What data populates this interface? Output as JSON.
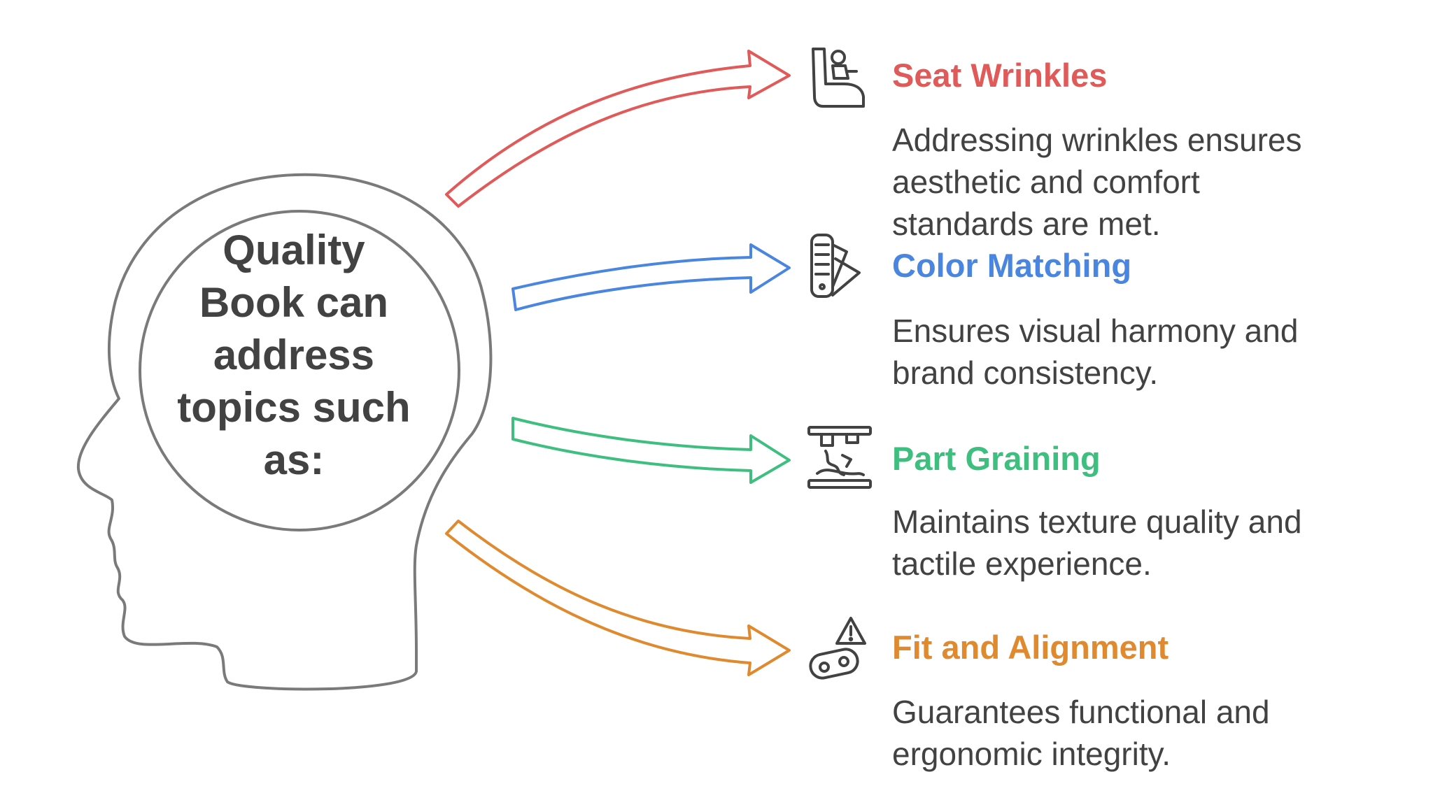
{
  "center": {
    "lines": [
      "Quality",
      "Book can",
      "address",
      "topics such",
      "as:"
    ]
  },
  "colors": {
    "outline": "#7a7a7a",
    "text": "#424242"
  },
  "items": [
    {
      "title": "Seat Wrinkles",
      "desc_lines": [
        "Addressing wrinkles ensures",
        "aesthetic and comfort",
        "standards are met."
      ],
      "color": "#e05a5a",
      "icon": "car-seat-icon"
    },
    {
      "title": "Color Matching",
      "desc_lines": [
        "Ensures visual harmony and",
        "brand consistency."
      ],
      "color": "#4a86e0",
      "icon": "color-swatch-icon"
    },
    {
      "title": "Part Graining",
      "desc_lines": [
        "Maintains texture quality and",
        "tactile experience."
      ],
      "color": "#3fbf7f",
      "icon": "press-mold-icon"
    },
    {
      "title": "Fit and Alignment",
      "desc_lines": [
        "Guarantees functional and",
        "ergonomic integrity."
      ],
      "color": "#e08a30",
      "icon": "conveyor-warning-icon"
    }
  ]
}
